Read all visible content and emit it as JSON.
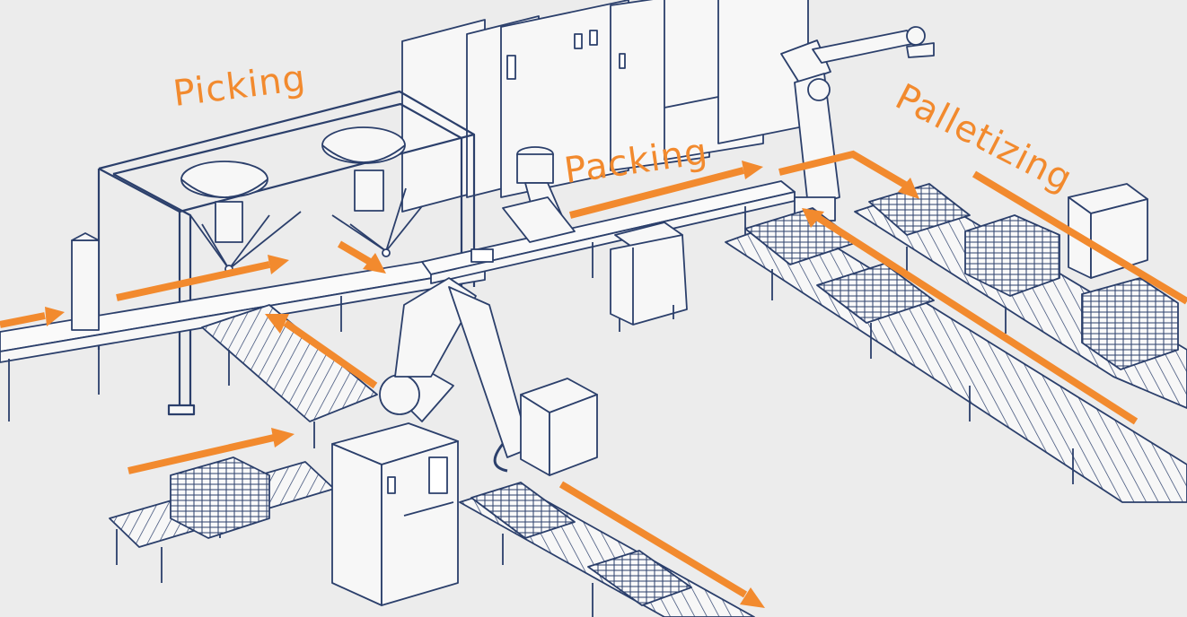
{
  "labels": {
    "picking": "Picking",
    "packing": "Packing",
    "palletizing": "Palletizing"
  },
  "colors": {
    "background": "#ececec",
    "line": "#2b3f6b",
    "fill": "#f7f7f7",
    "accent": "#f28a2e"
  }
}
